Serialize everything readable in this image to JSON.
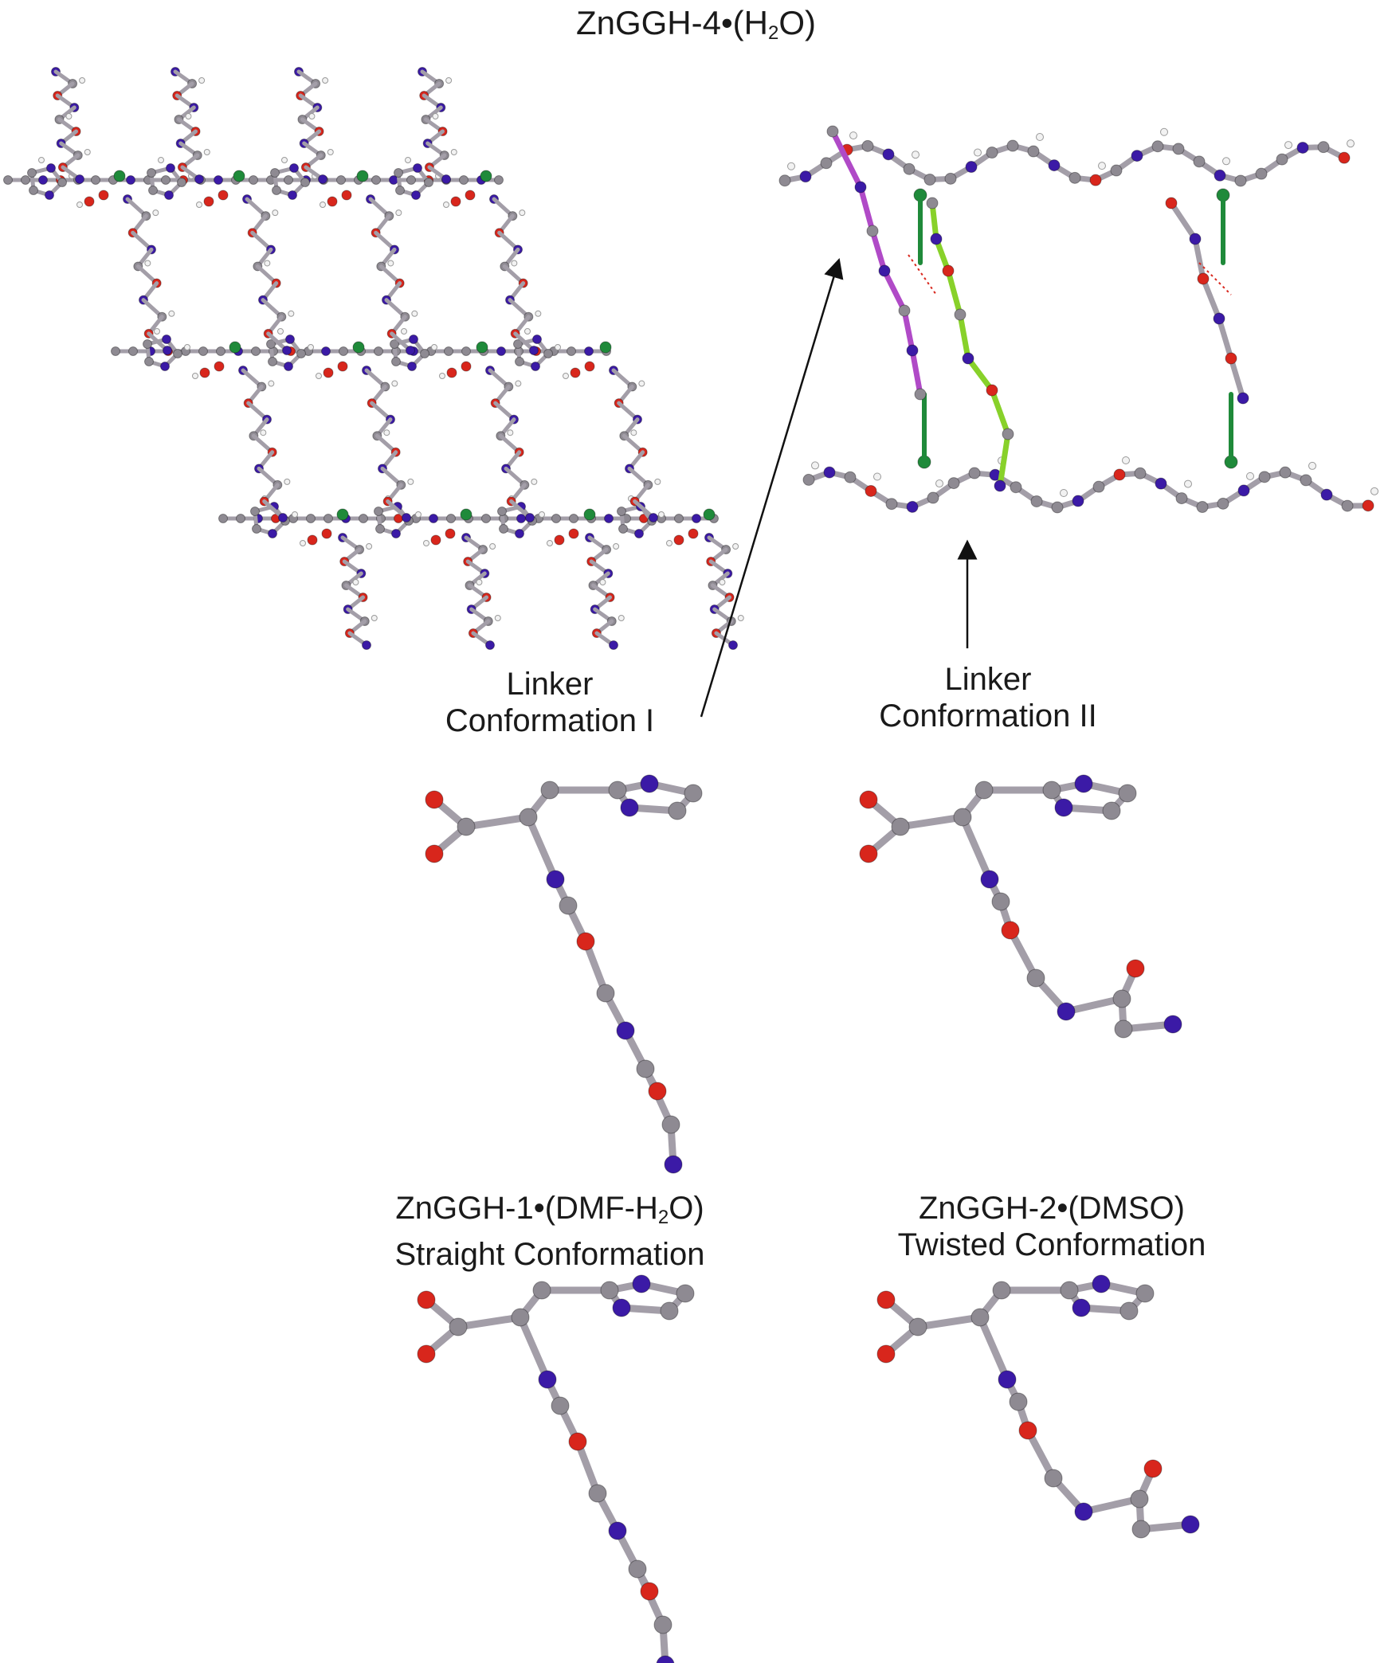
{
  "title": {
    "main": "ZnGGH-4•(H",
    "sub": "2",
    "tail": "O)"
  },
  "labels": {
    "conf1_line1": "Linker",
    "conf1_line2": "Conformation I",
    "conf2_line1": "Linker",
    "conf2_line2": "Conformation II",
    "zn1_head": "ZnGGH-1•(DMF-H",
    "zn1_sub": "2",
    "zn1_tail": "O)",
    "zn1_line2": "Straight Conformation",
    "zn2_line1": "ZnGGH-2•(DMSO)",
    "zn2_line2": "Twisted Conformation"
  },
  "colors": {
    "carbon": "#8e8a92",
    "bond": "#a39ea8",
    "nitrogen": "#3b1aa6",
    "oxygen": "#d8261c",
    "zinc": "#1f8a3a",
    "hydrogen": "#f2f2f2",
    "highlight_purple": "#b04ac7",
    "highlight_green": "#88d12a",
    "hbond": "#d8261c",
    "arrow": "#111111"
  }
}
